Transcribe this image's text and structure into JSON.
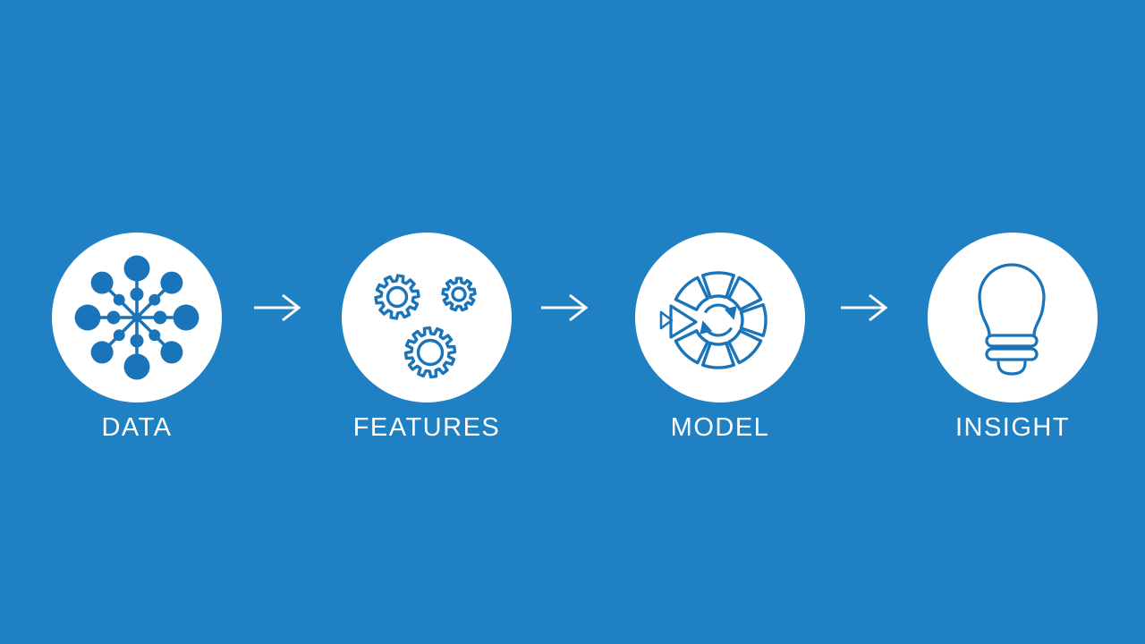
{
  "colors": {
    "background": "#1f81c4",
    "accent": "#1a74ba",
    "node_fill": "#ffffff",
    "label_text": "#ffffff",
    "arrow": "#ffffff"
  },
  "diagram": {
    "type": "process-flow",
    "direction": "left-to-right",
    "steps": [
      {
        "label": "DATA",
        "icon": "network-dots-icon"
      },
      {
        "label": "FEATURES",
        "icon": "gears-icon"
      },
      {
        "label": "MODEL",
        "icon": "model-cycle-icon"
      },
      {
        "label": "INSIGHT",
        "icon": "lightbulb-icon"
      }
    ],
    "connectors": [
      {
        "from": "DATA",
        "to": "FEATURES",
        "icon": "arrow-right-icon"
      },
      {
        "from": "FEATURES",
        "to": "MODEL",
        "icon": "arrow-right-icon"
      },
      {
        "from": "MODEL",
        "to": "INSIGHT",
        "icon": "arrow-right-icon"
      }
    ]
  }
}
